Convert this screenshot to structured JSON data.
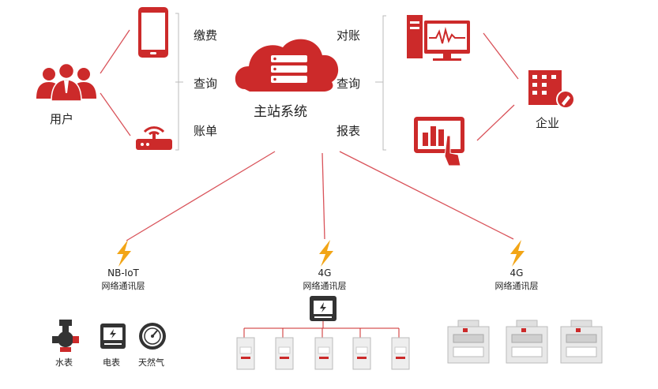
{
  "users": {
    "label": "用户"
  },
  "user_actions": {
    "pay": "缴费",
    "query": "查询",
    "bill": "账单"
  },
  "master": {
    "label": "主站系统"
  },
  "enterprise_actions": {
    "reconcile": "对账",
    "query": "查询",
    "report": "报表"
  },
  "enterprise": {
    "label": "企业"
  },
  "networks": [
    {
      "name": "NB-IoT",
      "sub": "网络通讯层"
    },
    {
      "name": "4G",
      "sub": "网络通讯层"
    },
    {
      "name": "4G",
      "sub": "网络通讯层"
    }
  ],
  "meters": {
    "water": "水表",
    "electric": "电表",
    "gas": "天然气"
  },
  "colors": {
    "accent": "#cc2a2a",
    "line": "#d9535a",
    "bolt": "#f2a516",
    "gray": "#bbbbbb"
  },
  "icons": [
    "users-icon",
    "phone-icon",
    "router-icon",
    "cloud-server-icon",
    "monitor-icon",
    "tablet-chart-icon",
    "building-icon",
    "lightning-icon",
    "water-meter-icon",
    "electric-meter-icon",
    "gas-meter-icon",
    "breaker-icon",
    "smart-meter-icon"
  ]
}
